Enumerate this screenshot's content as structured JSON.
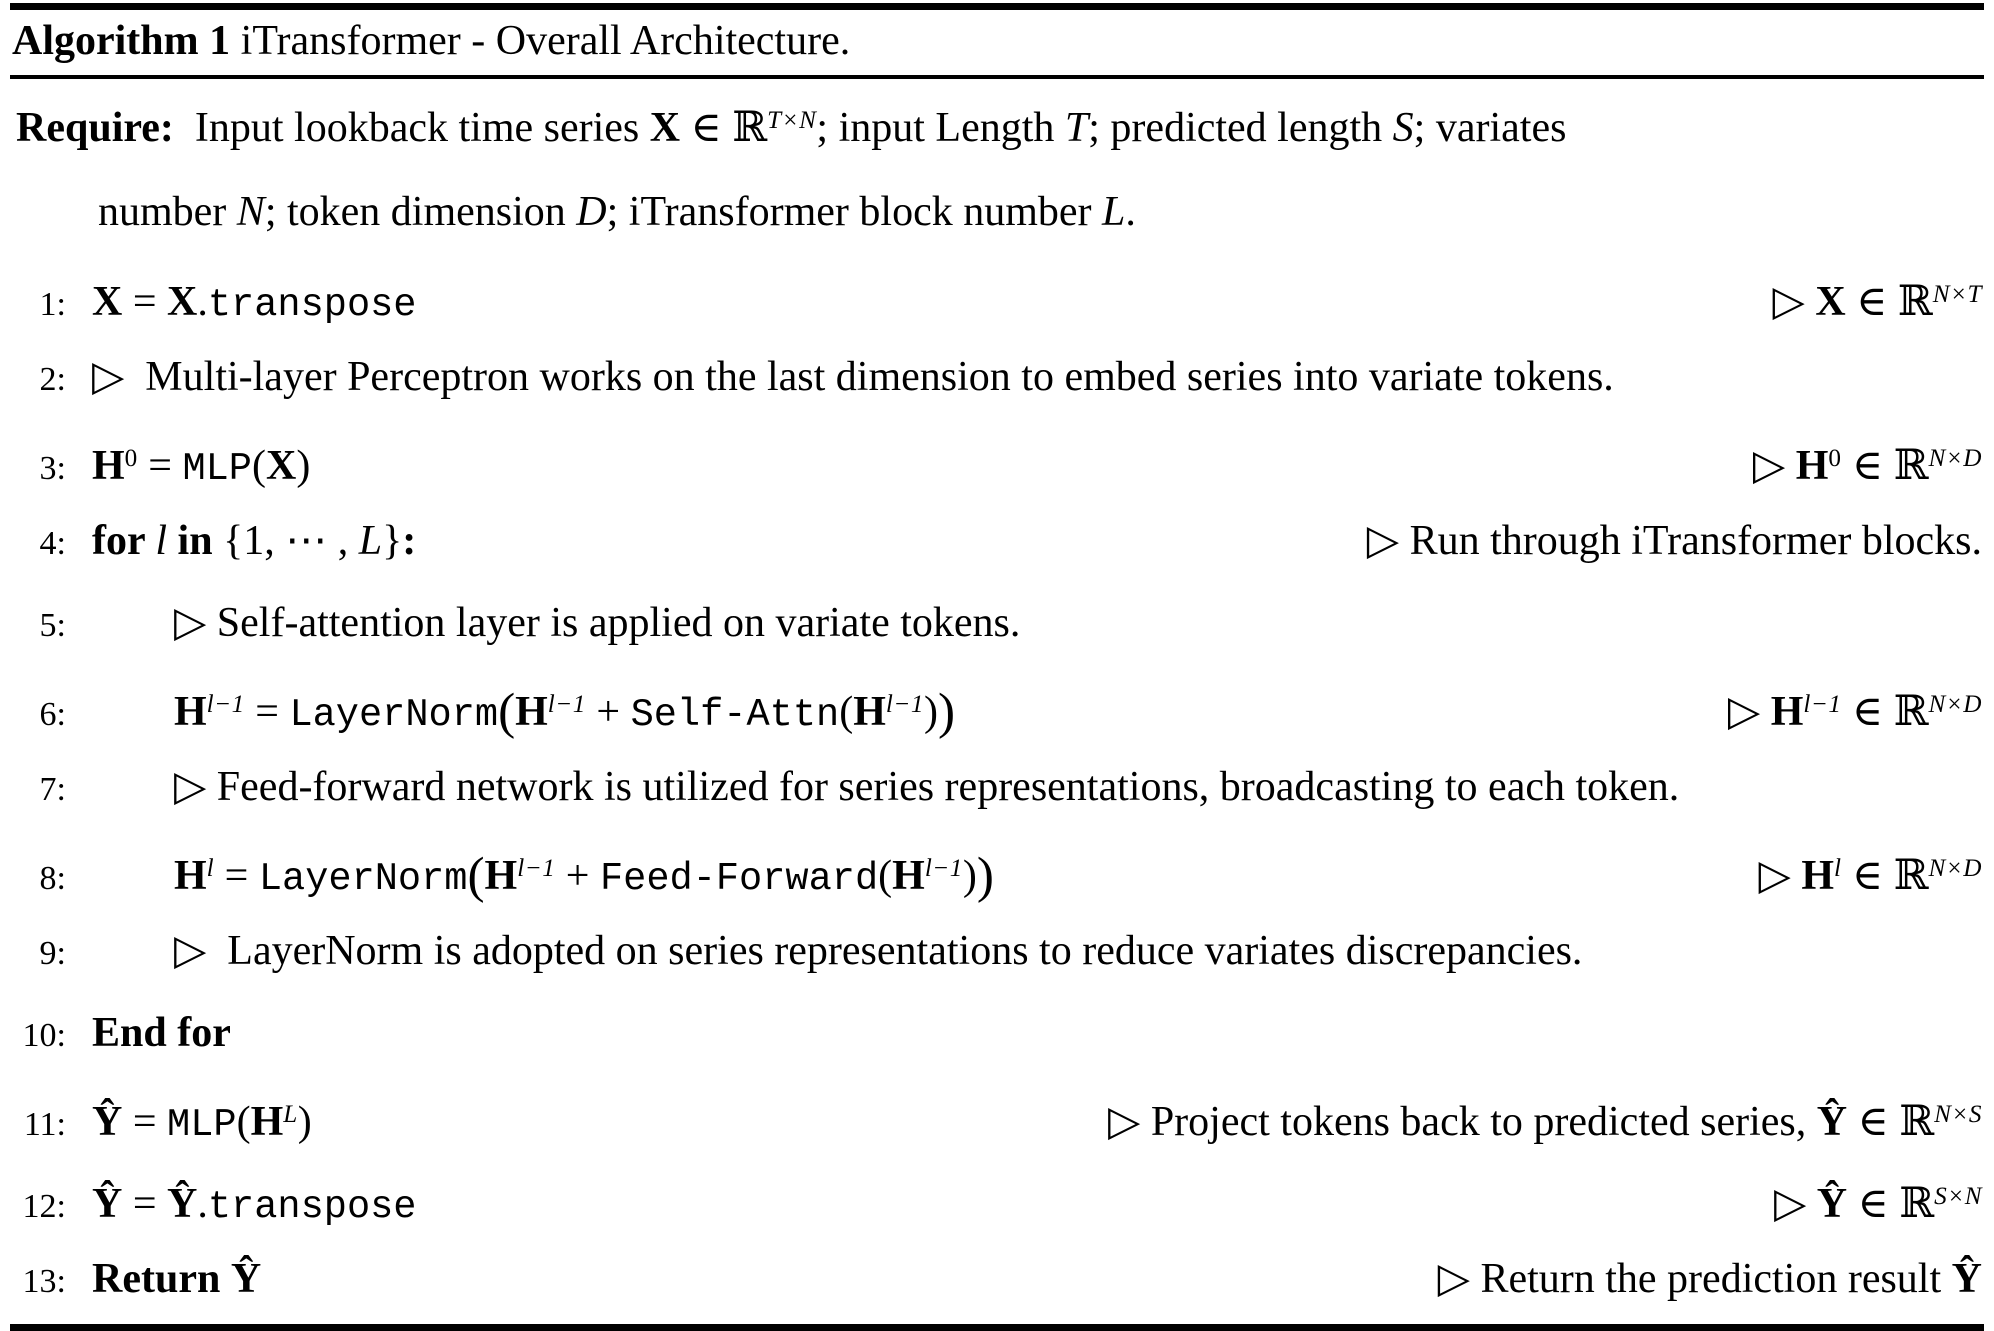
{
  "colors": {
    "text": "#000000",
    "background": "#ffffff",
    "rule": "#000000"
  },
  "title": {
    "label": "Algorithm 1",
    "text": " iTransformer - Overall Architecture."
  },
  "require": {
    "line1": [
      {
        "t": "Require:",
        "f": "bf"
      },
      {
        "t": "  Input lookback time series ",
        "f": "rm"
      },
      {
        "t": "X",
        "f": "bf"
      },
      {
        "t": " ∈ ℝ",
        "f": "rm"
      },
      {
        "t": "T×N",
        "f": "it",
        "sup": true
      },
      {
        "t": "; input Length ",
        "f": "rm"
      },
      {
        "t": "T",
        "f": "it"
      },
      {
        "t": "; predicted length ",
        "f": "rm"
      },
      {
        "t": "S",
        "f": "it"
      },
      {
        "t": "; variates",
        "f": "rm"
      }
    ],
    "line2": [
      {
        "t": "number ",
        "f": "rm"
      },
      {
        "t": "N",
        "f": "it"
      },
      {
        "t": "; token dimension ",
        "f": "rm"
      },
      {
        "t": "D",
        "f": "it"
      },
      {
        "t": "; iTransformer block number ",
        "f": "rm"
      },
      {
        "t": "L",
        "f": "it"
      },
      {
        "t": ".",
        "f": "rm"
      }
    ]
  },
  "lines": [
    {
      "num": "1:",
      "indent": 0,
      "code": [
        {
          "t": "X",
          "f": "bf"
        },
        {
          "t": " = ",
          "f": "rm"
        },
        {
          "t": "X",
          "f": "bf"
        },
        {
          "t": ".",
          "f": "rm"
        },
        {
          "t": "transpose",
          "f": "tt"
        }
      ],
      "comment": [
        {
          "t": "▷ ",
          "f": "rm"
        },
        {
          "t": "X",
          "f": "bf"
        },
        {
          "t": " ∈ ℝ",
          "f": "rm"
        },
        {
          "t": "N×T",
          "f": "it",
          "sup": true
        }
      ]
    },
    {
      "num": "2:",
      "indent": 0,
      "code": [
        {
          "t": "▷  Multi-layer Perceptron works on the last dimension to embed series into variate tokens.",
          "f": "rm"
        }
      ],
      "comment": []
    },
    {
      "num": "3:",
      "indent": 0,
      "code": [
        {
          "t": "H",
          "f": "bf"
        },
        {
          "t": "0",
          "f": "rm",
          "sup": true
        },
        {
          "t": " = ",
          "f": "rm"
        },
        {
          "t": "MLP",
          "f": "tt"
        },
        {
          "t": "(",
          "f": "rm"
        },
        {
          "t": "X",
          "f": "bf"
        },
        {
          "t": ")",
          "f": "rm"
        }
      ],
      "comment": [
        {
          "t": "▷ ",
          "f": "rm"
        },
        {
          "t": "H",
          "f": "bf"
        },
        {
          "t": "0",
          "f": "rm",
          "sup": true
        },
        {
          "t": " ∈ ℝ",
          "f": "rm"
        },
        {
          "t": "N×D",
          "f": "it",
          "sup": true
        }
      ]
    },
    {
      "num": "4:",
      "indent": 0,
      "code": [
        {
          "t": "for ",
          "f": "bf"
        },
        {
          "t": "l ",
          "f": "it"
        },
        {
          "t": "in ",
          "f": "bf"
        },
        {
          "t": "{1, ⋯ , ",
          "f": "rm"
        },
        {
          "t": "L",
          "f": "it"
        },
        {
          "t": "}",
          "f": "rm"
        },
        {
          "t": ":",
          "f": "bf"
        }
      ],
      "comment": [
        {
          "t": "▷ Run through iTransformer blocks.",
          "f": "rm"
        }
      ]
    },
    {
      "num": "5:",
      "indent": 1,
      "code": [
        {
          "t": "▷ Self-attention layer is applied on variate tokens.",
          "f": "rm"
        }
      ],
      "comment": []
    },
    {
      "num": "6:",
      "indent": 1,
      "code": [
        {
          "t": "H",
          "f": "bf"
        },
        {
          "t": "l−1",
          "f": "it",
          "sup": true
        },
        {
          "t": " = ",
          "f": "rm"
        },
        {
          "t": "LayerNorm",
          "f": "tt"
        },
        {
          "t": "(",
          "f": "rm",
          "big": true
        },
        {
          "t": "H",
          "f": "bf"
        },
        {
          "t": "l−1",
          "f": "it",
          "sup": true
        },
        {
          "t": " + ",
          "f": "rm"
        },
        {
          "t": "Self-Attn",
          "f": "tt"
        },
        {
          "t": "(",
          "f": "rm"
        },
        {
          "t": "H",
          "f": "bf"
        },
        {
          "t": "l−1",
          "f": "it",
          "sup": true
        },
        {
          "t": ")",
          "f": "rm"
        },
        {
          "t": ")",
          "f": "rm",
          "big": true
        }
      ],
      "comment": [
        {
          "t": "▷ ",
          "f": "rm"
        },
        {
          "t": "H",
          "f": "bf"
        },
        {
          "t": "l−1",
          "f": "it",
          "sup": true
        },
        {
          "t": " ∈ ℝ",
          "f": "rm"
        },
        {
          "t": "N×D",
          "f": "it",
          "sup": true
        }
      ]
    },
    {
      "num": "7:",
      "indent": 1,
      "code": [
        {
          "t": "▷ Feed-forward network is utilized for series representations, broadcasting to each token.",
          "f": "rm"
        }
      ],
      "comment": []
    },
    {
      "num": "8:",
      "indent": 1,
      "code": [
        {
          "t": "H",
          "f": "bf"
        },
        {
          "t": "l",
          "f": "it",
          "sup": true
        },
        {
          "t": " = ",
          "f": "rm"
        },
        {
          "t": "LayerNorm",
          "f": "tt"
        },
        {
          "t": "(",
          "f": "rm",
          "big": true
        },
        {
          "t": "H",
          "f": "bf"
        },
        {
          "t": "l−1",
          "f": "it",
          "sup": true
        },
        {
          "t": " + ",
          "f": "rm"
        },
        {
          "t": "Feed-Forward",
          "f": "tt"
        },
        {
          "t": "(",
          "f": "rm"
        },
        {
          "t": "H",
          "f": "bf"
        },
        {
          "t": "l−1",
          "f": "it",
          "sup": true
        },
        {
          "t": ")",
          "f": "rm"
        },
        {
          "t": ")",
          "f": "rm",
          "big": true
        }
      ],
      "comment": [
        {
          "t": "▷ ",
          "f": "rm"
        },
        {
          "t": "H",
          "f": "bf"
        },
        {
          "t": "l",
          "f": "it",
          "sup": true
        },
        {
          "t": " ∈ ℝ",
          "f": "rm"
        },
        {
          "t": "N×D",
          "f": "it",
          "sup": true
        }
      ]
    },
    {
      "num": "9:",
      "indent": 1,
      "code": [
        {
          "t": "▷  LayerNorm is adopted on series representations to reduce variates discrepancies.",
          "f": "rm"
        }
      ],
      "comment": []
    },
    {
      "num": "10:",
      "indent": 0,
      "code": [
        {
          "t": "End for",
          "f": "bf"
        }
      ],
      "comment": []
    },
    {
      "num": "11:",
      "indent": 0,
      "code": [
        {
          "t": "Ŷ",
          "f": "bf"
        },
        {
          "t": " = ",
          "f": "rm"
        },
        {
          "t": "MLP",
          "f": "tt"
        },
        {
          "t": "(",
          "f": "rm"
        },
        {
          "t": "H",
          "f": "bf"
        },
        {
          "t": "L",
          "f": "it",
          "sup": true
        },
        {
          "t": ")",
          "f": "rm"
        }
      ],
      "comment": [
        {
          "t": "▷ Project tokens back to predicted series, ",
          "f": "rm"
        },
        {
          "t": "Ŷ",
          "f": "bf"
        },
        {
          "t": " ∈ ℝ",
          "f": "rm"
        },
        {
          "t": "N×S",
          "f": "it",
          "sup": true
        }
      ]
    },
    {
      "num": "12:",
      "indent": 0,
      "code": [
        {
          "t": "Ŷ",
          "f": "bf"
        },
        {
          "t": " = ",
          "f": "rm"
        },
        {
          "t": "Ŷ",
          "f": "bf"
        },
        {
          "t": ".",
          "f": "rm"
        },
        {
          "t": "transpose",
          "f": "tt"
        }
      ],
      "comment": [
        {
          "t": "▷ ",
          "f": "rm"
        },
        {
          "t": "Ŷ",
          "f": "bf"
        },
        {
          "t": " ∈ ℝ",
          "f": "rm"
        },
        {
          "t": "S×N",
          "f": "it",
          "sup": true
        }
      ]
    },
    {
      "num": "13:",
      "indent": 0,
      "code": [
        {
          "t": "Return ",
          "f": "bf"
        },
        {
          "t": "Ŷ",
          "f": "bf"
        }
      ],
      "comment": [
        {
          "t": "▷ Return the prediction result ",
          "f": "rm"
        },
        {
          "t": "Ŷ",
          "f": "bf"
        }
      ]
    }
  ]
}
